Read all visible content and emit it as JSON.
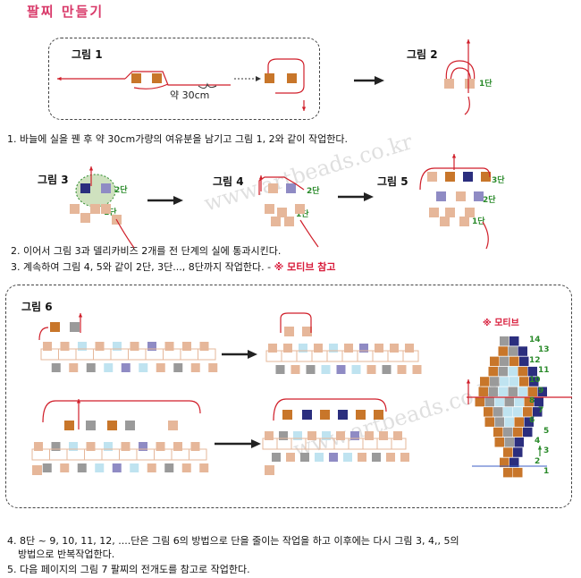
{
  "title": "팔찌 만들기",
  "figures": {
    "fig1": "그림 1",
    "fig2": "그림 2",
    "fig3": "그림 3",
    "fig4": "그림 4",
    "fig5": "그림 5",
    "fig6": "그림 6"
  },
  "fig1_length_label": "약 30cm",
  "row_labels": {
    "r1": "1단",
    "r2": "2단",
    "r3": "3단"
  },
  "motif": {
    "title": "※ 모티브",
    "rows": [
      "14",
      "13",
      "12",
      "11",
      "10",
      "9",
      "8",
      "7",
      "6",
      "5",
      "4",
      "3",
      "2",
      "1"
    ]
  },
  "steps": {
    "s1": "1. 바늘에 실을 꿴 후 약 30cm가량의 여유분을 남기고 그림 1, 2와 같이 작업한다.",
    "s2": "2. 이어서 그림 3과 델리카비즈 2개를 전 단계의 실에 통과시킨다.",
    "s3_text": "3. 계속하여 그림 4, 5와 같이 2단, 3단..., 8단까지 작업한다. - ",
    "s3_ref": "※ 모티브 참고",
    "s4_line1": "4. 8단 ~ 9, 10, 11, 12, ....단은 그림 6의 방법으로 단을 줄이는 작업을 하고 이후에는 다시 그림 3, 4,, 5의",
    "s4_line2": "방법으로 반복작업한다.",
    "s5": "5. 다음 페이지의 그림 7 팔찌의 전개도를 참고로 작업한다."
  },
  "watermark": "www.artbeads.co.kr",
  "colors": {
    "brown": "#c8762a",
    "peach": "#e6b79a",
    "navy": "#2b2e7e",
    "purple": "#8f8bc4",
    "gray": "#9a9a9a",
    "lightblue": "#bfe3f0",
    "thread": "#d01f2a",
    "green": "#2a8a2a"
  }
}
